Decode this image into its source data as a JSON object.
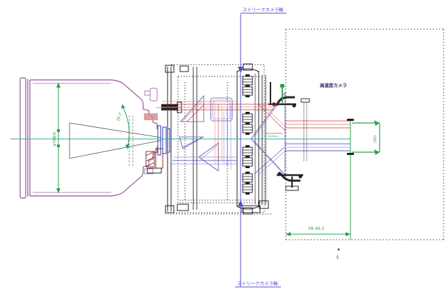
{
  "drawing": {
    "top_axis_label": "ストリークカメラ軸",
    "bottom_axis_label": "ストリークカメラ軸",
    "camera_label": "高速度カメラ",
    "angle_label": "28.1°",
    "aperture_label": "φ70有効",
    "image_plane_label": "(20)",
    "flange_back_label": "FB 46.5",
    "note_mark": "§"
  },
  "colors": {
    "axis_teal": "#2fa8a2",
    "ray_red": "#cc3333",
    "ray_red_light": "#e08a8a",
    "ray_blue": "#3a3ac8",
    "ray_blue_light": "#8b8be0",
    "dimension_green": "#2e9e4f",
    "body_purple": "#a468a8",
    "prism_purple": "#8578c2",
    "axis_label_blue": "#4a4ad0",
    "structure_black": "#222222"
  }
}
